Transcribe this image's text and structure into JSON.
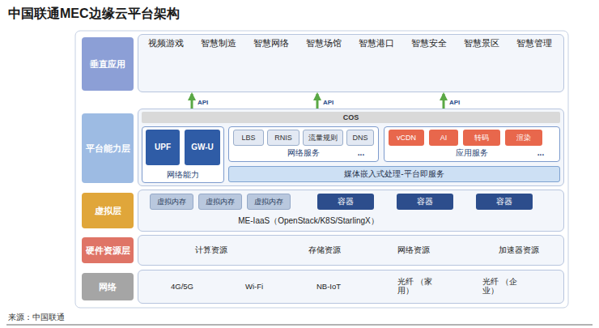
{
  "diagram": {
    "title": "中国联通MEC边缘云平台架构",
    "caption": "来源：中国联通",
    "nodes": [
      {
        "text": [
          "垂直应用"
        ]
      },
      {
        "text": [
          "视频游戏"
        ],
        "in": 0
      },
      {
        "text": [
          "智慧制造"
        ],
        "in": 0
      },
      {
        "text": [
          "智慧网络"
        ],
        "in": 0
      },
      {
        "text": [
          "智慧场馆"
        ],
        "in": 0
      },
      {
        "text": [
          "智慧港口"
        ],
        "in": 0
      },
      {
        "text": [
          "智慧安全"
        ],
        "in": 0
      },
      {
        "text": [
          "智慧景区"
        ],
        "in": 0
      },
      {
        "text": [
          "智慧管理"
        ],
        "in": 0
      },
      {
        "text": [
          "平台能力层"
        ]
      },
      {
        "text": [
          "COS"
        ],
        "in": 9
      },
      {
        "text": [
          "网络能力"
        ],
        "in": 9
      },
      {
        "text": [
          "UPF"
        ],
        "in": 11
      },
      {
        "text": [
          "GW-U"
        ],
        "in": 11
      },
      {
        "text": [
          "网络服务",
          "..."
        ],
        "in": 9
      },
      {
        "text": [
          "LBS"
        ],
        "in": 14
      },
      {
        "text": [
          "RNIS"
        ],
        "in": 14
      },
      {
        "text": [
          "流量规则"
        ],
        "in": 14
      },
      {
        "text": [
          "DNS"
        ],
        "in": 14
      },
      {
        "text": [
          "应用服务",
          "..."
        ],
        "in": 9
      },
      {
        "text": [
          "vCDN"
        ],
        "in": 19
      },
      {
        "text": [
          "AI"
        ],
        "in": 19
      },
      {
        "text": [
          "转码"
        ],
        "in": 19
      },
      {
        "text": [
          "渲染"
        ],
        "in": 19
      },
      {
        "text": [
          "媒体嵌入式处理-平台即服务"
        ],
        "in": 9
      },
      {
        "text": [
          "虚拟层",
          "ME-IaaS（OpenStack/K8S/StarlingX）"
        ]
      },
      {
        "text": [
          "虚拟内存"
        ],
        "in": 25
      },
      {
        "text": [
          "虚拟内存"
        ],
        "in": 25
      },
      {
        "text": [
          "虚拟内存"
        ],
        "in": 25
      },
      {
        "text": [
          "容器"
        ],
        "in": 25
      },
      {
        "text": [
          "容器"
        ],
        "in": 25
      },
      {
        "text": [
          "容器"
        ],
        "in": 25
      },
      {
        "text": [
          "硬件资源层",
          "计算资源",
          "存储资源",
          "网络资源",
          "加速器资源"
        ]
      },
      {
        "text": [
          "网络",
          "4G/5G",
          "Wi-Fi",
          "NB-IoT",
          "光纤 （家用）",
          "光纤 （企业）"
        ]
      }
    ],
    "edges": [
      {
        "from": 10,
        "to": 0,
        "arrow": "to",
        "label": "API"
      },
      {
        "from": 10,
        "to": 0,
        "arrow": "to",
        "label": "API"
      },
      {
        "from": 10,
        "to": 0,
        "arrow": "to",
        "label": "API"
      }
    ]
  }
}
